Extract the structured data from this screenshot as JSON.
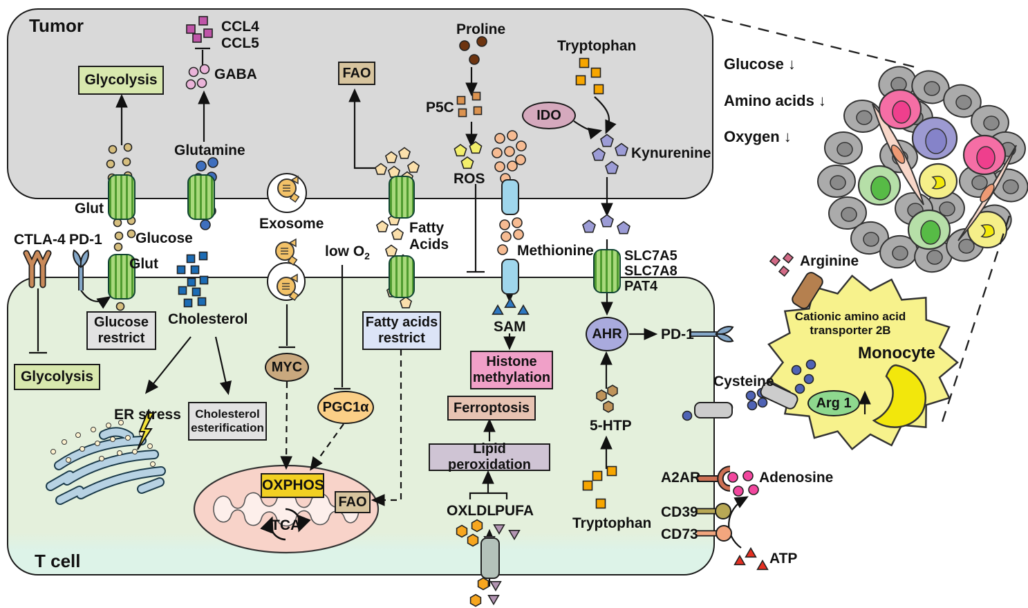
{
  "titles": {
    "tumor": "Tumor",
    "t_cell": "T cell"
  },
  "tumor": {
    "glycolysis": "Glycolysis",
    "ccl4": "CCL4",
    "ccl5": "CCL5",
    "gaba": "GABA",
    "glutamine": "Glutamine",
    "glut": "Glut",
    "fao": "FAO",
    "proline": "Proline",
    "p5c": "P5C",
    "ros": "ROS",
    "tryptophan": "Tryptophan",
    "ido": "IDO",
    "kynurenine": "Kynurenine"
  },
  "extracellular": {
    "ctla4": "CTLA-4",
    "pd1": "PD-1",
    "glucose": "Glucose",
    "glut": "Glut",
    "exosome": "Exosome",
    "low_o2_prefix": "low O",
    "low_o2_sub": "2",
    "fatty_line1": "Fatty",
    "fatty_line2": "Acids",
    "methionine": "Methionine",
    "slc7a5": "SLC7A5",
    "slc7a8": "SLC7A8",
    "pat4": "PAT4"
  },
  "microenvironment": {
    "glucose_down": "Glucose ↓",
    "amino_acids_down": "Amino acids ↓",
    "oxygen_down": "Oxygen ↓"
  },
  "t_cell": {
    "glucose_restrict_line1": "Glucose",
    "glucose_restrict_line2": "restrict",
    "glycolysis": "Glycolysis",
    "cholesterol": "Cholesterol",
    "er_stress": "ER stress",
    "chol_ester_line1": "Cholesterol",
    "chol_ester_line2": "esterification",
    "myc": "MYC",
    "pgc1a": "PGC1α",
    "fa_restrict_line1": "Fatty acids",
    "fa_restrict_line2": "restrict",
    "oxphos": "OXPHOS",
    "tca": "TCA",
    "fao": "FAO",
    "sam": "SAM",
    "histone_line1": "Histone",
    "histone_line2": "methylation",
    "ferroptosis": "Ferroptosis",
    "lipid_peroxidation": "Lipid peroxidation",
    "oxldl": "OXLDL",
    "pufa": "PUFA",
    "five_htp": "5-HTP",
    "tryptophan": "Tryptophan",
    "ahr": "AHR",
    "pd1": "PD-1"
  },
  "right_panel": {
    "arginine": "Arginine",
    "cat_line1": "Cationic amino acid",
    "cat_line2": "transporter 2B",
    "monocyte": "Monocyte",
    "arg1": "Arg 1",
    "arg1_up": "↑",
    "cysteine": "Cysteine",
    "a2ar": "A2AR",
    "adenosine": "Adenosine",
    "cd39": "CD39",
    "cd73": "CD73",
    "atp": "ATP"
  },
  "colors": {
    "tumor_bg": "#d9d9d9",
    "tcell_bg": "#e4f0dc",
    "tcell_band": "#ddf3e8",
    "glycolysis_bg": "#d8e8ae",
    "fao_bg": "#d7c49e",
    "restrict_bg": "#e2e2e2",
    "fa_restrict_bg": "#dce4f7",
    "histone_bg": "#f0a0c8",
    "ferroptosis_bg": "#e7c3b2",
    "lipid_bg": "#cfc4d4",
    "oxphos_bg": "#f2d022",
    "myc_bg": "#c9a87e",
    "pgc1a_bg": "#fbcf87",
    "ido_bg": "#d5a9bd",
    "ahr_bg": "#a9aadd",
    "arg1_bg": "#8ed88e",
    "monocyte_bg": "#f7f28c",
    "monocyte_nucleus": "#f2e70c",
    "mito_outer": "#f8d3c9",
    "mito_inner": "#fdefeb",
    "er_color": "#b7d2e3",
    "cyl_blue": "#9fd6ec",
    "cyl_gray": "#cccccc",
    "cyl_graygreen": "#b4c2ba",
    "cyl_brown": "#b5804f",
    "ctla4_color": "#c98a5a",
    "pd1_color": "#84a7c8",
    "a2ar_color": "#cd7053",
    "cd39_color": "#b8a855",
    "cd73_color": "#f2a67e",
    "glucose_dot": "#d6be7e",
    "glutamine_dot": "#3f6fbe",
    "ccl_sq": "#bf55a8",
    "gaba_dot": "#eab4d9",
    "proline_dot": "#6d3410",
    "p5c_sq": "#dc9350",
    "ros_pent": "#f3ef6b",
    "fattyacid_pent": "#fadfab",
    "methionine_dot": "#f6bb92",
    "trp_sq": "#f7a600",
    "kyn_pent": "#9c9cd6",
    "sam_tri": "#2e78c2",
    "chol_sq": "#1c6cb5",
    "htp_hex": "#bf9359",
    "oxldl_hex": "#f7a61f",
    "pufa_tri": "#b294b2",
    "adenosine_dot": "#f2479e",
    "atp_tri": "#e52f21",
    "arginine_sq": "#d26a86",
    "cysteine_dot": "#4f63b5",
    "cluster_gray": "#ababab",
    "cluster_gray_nucleus": "#8a8a8a",
    "pink_cell": "#f56ea5",
    "pink_nucleus": "#ef3f8d",
    "purple_cell": "#9d9ad2",
    "purple_nucleus": "#8583c9",
    "green_cell": "#b6dfa8",
    "green_nucleus": "#57bb46",
    "yellow_cell": "#f5ef89",
    "yellow_nucleus": "#f3e90a",
    "fibro_body": "#f8d7c9",
    "fibro_nucleus": "#ee9a74"
  }
}
